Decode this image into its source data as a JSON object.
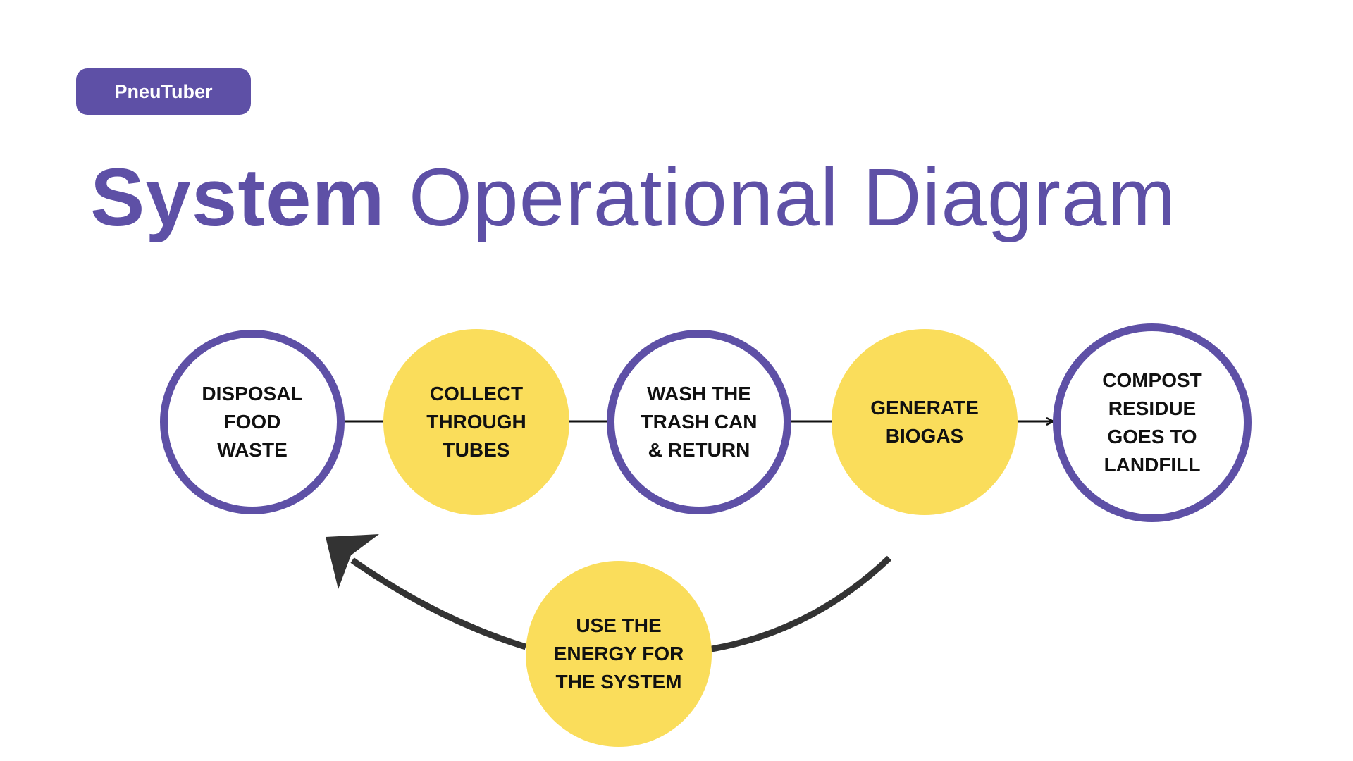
{
  "brand": {
    "label": "PneuTuber"
  },
  "title": {
    "strong": "System",
    "light": "Operational Diagram"
  },
  "colors": {
    "purple": "#5E50A6",
    "yellow": "#FADD5B",
    "arrow": "#333333"
  },
  "nodes": [
    {
      "id": "disposal-food-waste",
      "label": "DISPOSAL\nFOOD\nWASTE",
      "style": "outline"
    },
    {
      "id": "collect-through-tubes",
      "label": "COLLECT\nTHROUGH\nTUBES",
      "style": "filled"
    },
    {
      "id": "wash-trash-can",
      "label": "WASH THE\nTRASH CAN\n& RETURN",
      "style": "outline"
    },
    {
      "id": "generate-biogas",
      "label": "GENERATE\nBIOGAS",
      "style": "filled"
    },
    {
      "id": "compost-residue",
      "label": "COMPOST\nRESIDUE\nGOES TO\nLANDFILL",
      "style": "outline"
    },
    {
      "id": "use-energy",
      "label": "USE THE\nENERGY FOR\nTHE SYSTEM",
      "style": "filled"
    }
  ]
}
